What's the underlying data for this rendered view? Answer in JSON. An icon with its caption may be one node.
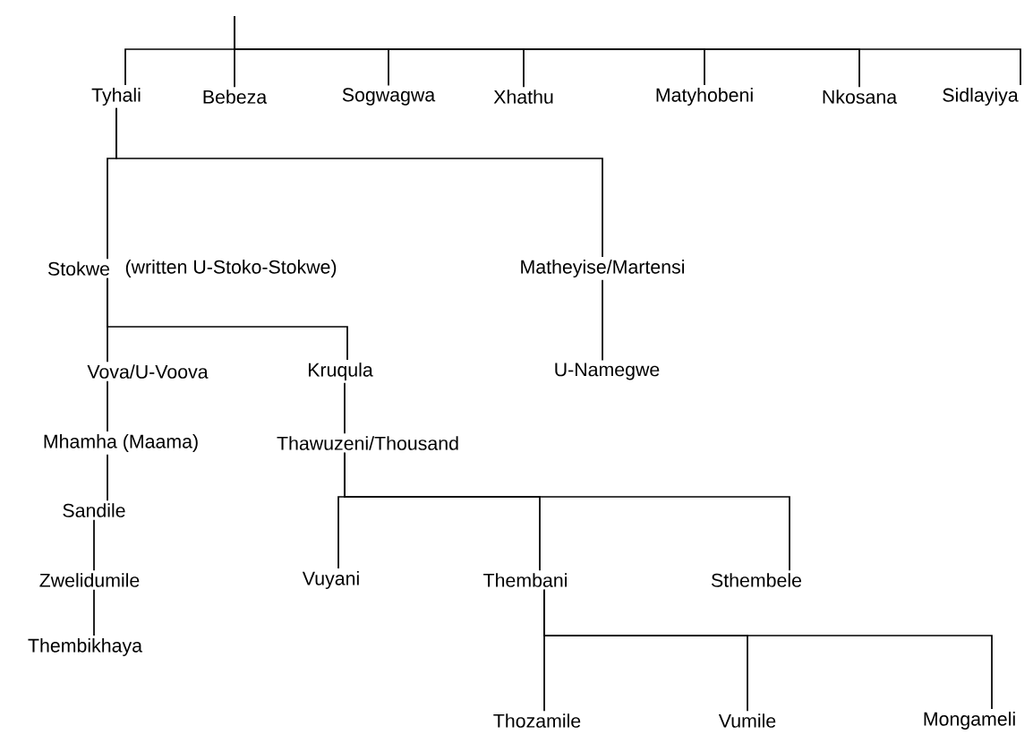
{
  "diagram": {
    "nodes": [
      {
        "text": [
          "Tyhali"
        ]
      },
      {
        "text": [
          "Bebeza"
        ]
      },
      {
        "text": [
          "Sogwagwa"
        ]
      },
      {
        "text": [
          "Xhathu"
        ]
      },
      {
        "text": [
          "Matyhobeni"
        ]
      },
      {
        "text": [
          "Nkosana"
        ]
      },
      {
        "text": [
          "Sidlayiya"
        ]
      },
      {
        "text": [
          "Stokwe"
        ],
        "beside": [
          "(written U-Stoko-Stokwe)"
        ]
      },
      {
        "text": [
          "Matheyise/Martensi"
        ]
      },
      {
        "text": [
          "Vova/U-Voova"
        ]
      },
      {
        "text": [
          "Kruqula"
        ]
      },
      {
        "text": [
          "U-Namegwe"
        ]
      },
      {
        "text": [
          "Mhamha (Maama)"
        ]
      },
      {
        "text": [
          "Thawuzeni/Thousand"
        ]
      },
      {
        "text": [
          "Sandile"
        ]
      },
      {
        "text": [
          "Zwelidumile"
        ]
      },
      {
        "text": [
          "Thembikhaya"
        ]
      },
      {
        "text": [
          "Vuyani"
        ]
      },
      {
        "text": [
          "Thembani"
        ]
      },
      {
        "text": [
          "Sthembele"
        ]
      },
      {
        "text": [
          "Thozamile"
        ]
      },
      {
        "text": [
          "Vumile"
        ]
      },
      {
        "text": [
          "Mongameli"
        ]
      }
    ],
    "edges": [
      {
        "from": null,
        "to": 0,
        "arrow": "none"
      },
      {
        "from": null,
        "to": 1,
        "arrow": "none"
      },
      {
        "from": null,
        "to": 2,
        "arrow": "none"
      },
      {
        "from": null,
        "to": 3,
        "arrow": "none"
      },
      {
        "from": null,
        "to": 4,
        "arrow": "none"
      },
      {
        "from": null,
        "to": 5,
        "arrow": "none"
      },
      {
        "from": null,
        "to": 6,
        "arrow": "none"
      },
      {
        "from": 0,
        "to": 7,
        "arrow": "none"
      },
      {
        "from": 0,
        "to": 8,
        "arrow": "none"
      },
      {
        "from": 7,
        "to": 9,
        "arrow": "none"
      },
      {
        "from": 7,
        "to": 10,
        "arrow": "none"
      },
      {
        "from": 8,
        "to": 11,
        "arrow": "none"
      },
      {
        "from": 9,
        "to": 12,
        "arrow": "none"
      },
      {
        "from": 12,
        "to": 14,
        "arrow": "none"
      },
      {
        "from": 14,
        "to": 15,
        "arrow": "none"
      },
      {
        "from": 15,
        "to": 16,
        "arrow": "none"
      },
      {
        "from": 10,
        "to": 13,
        "arrow": "none"
      },
      {
        "from": 13,
        "to": 17,
        "arrow": "none"
      },
      {
        "from": 13,
        "to": 18,
        "arrow": "none"
      },
      {
        "from": 13,
        "to": 19,
        "arrow": "none"
      },
      {
        "from": 18,
        "to": 20,
        "arrow": "none"
      },
      {
        "from": 18,
        "to": 21,
        "arrow": "none"
      },
      {
        "from": 18,
        "to": 22,
        "arrow": "none"
      }
    ]
  }
}
